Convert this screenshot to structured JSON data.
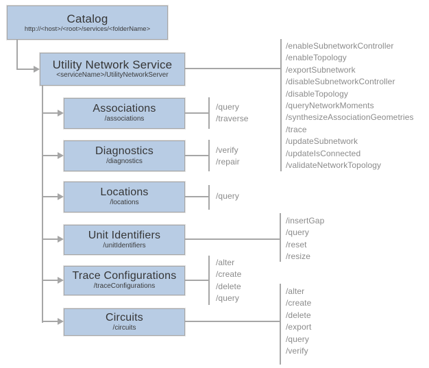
{
  "catalog": {
    "title": "Catalog",
    "subtitle": "http://<host>/<root>/services/<folderName>"
  },
  "service": {
    "title": "Utility Network Service",
    "subtitle": "<serviceName>/UtilityNetworkServer",
    "operations": [
      "/enableSubnetworkController",
      "/enableTopology",
      "/exportSubnetwork",
      "/disableSubnetworkController",
      "/disableTopology",
      "/queryNetworkMoments",
      "/synthesizeAssociationGeometries",
      "/trace",
      "/updateSubnetwork",
      "/updateIsConnected",
      "/validateNetworkTopology"
    ]
  },
  "resources": [
    {
      "title": "Associations",
      "subtitle": "/associations",
      "operations": [
        "/query",
        "/traverse"
      ]
    },
    {
      "title": "Diagnostics",
      "subtitle": "/diagnostics",
      "operations": [
        "/verify",
        "/repair"
      ]
    },
    {
      "title": "Locations",
      "subtitle": "/locations",
      "operations": [
        "/query"
      ]
    },
    {
      "title": "Unit Identifiers",
      "subtitle": "/unitIdentifiers",
      "operations": [
        "/insertGap",
        "/query",
        "/reset",
        "/resize"
      ]
    },
    {
      "title": "Trace Configurations",
      "subtitle": "/traceConfigurations",
      "operations": [
        "/alter",
        "/create",
        "/delete",
        "/query"
      ]
    },
    {
      "title": "Circuits",
      "subtitle": "/circuits",
      "operations": [
        "/alter",
        "/create",
        "/delete",
        "/export",
        "/query",
        "/verify"
      ]
    }
  ],
  "colors": {
    "box_fill": "#b8cce4",
    "box_border": "#a5a5a5",
    "connector": "#a6a6a6",
    "box_text": "#353535",
    "operation_text": "#8a8a8a",
    "background": "#ffffff"
  }
}
